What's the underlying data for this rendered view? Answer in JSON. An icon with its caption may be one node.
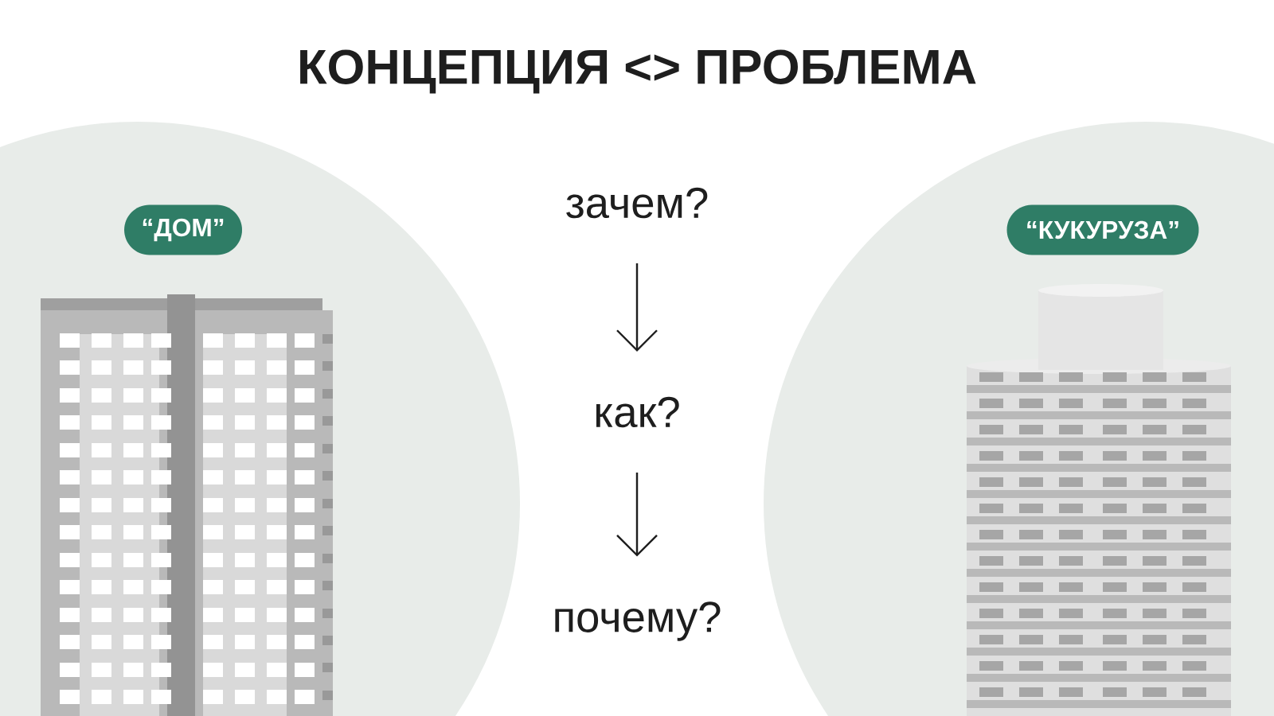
{
  "diagram": {
    "title": "КОНЦЕПЦИЯ <> ПРОБЛЕМА",
    "nodes": [
      {
        "text": [
          "“ДОМ”"
        ]
      },
      {
        "text": [
          "зачем?"
        ]
      },
      {
        "text": [
          "“КУКУРУЗА”"
        ]
      },
      {
        "text": [
          "как?"
        ]
      },
      {
        "text": [
          "почему?"
        ]
      }
    ],
    "edges": [
      {
        "from": 1,
        "to": 3,
        "arrow": "to"
      },
      {
        "from": 3,
        "to": 4,
        "arrow": "to"
      }
    ]
  }
}
